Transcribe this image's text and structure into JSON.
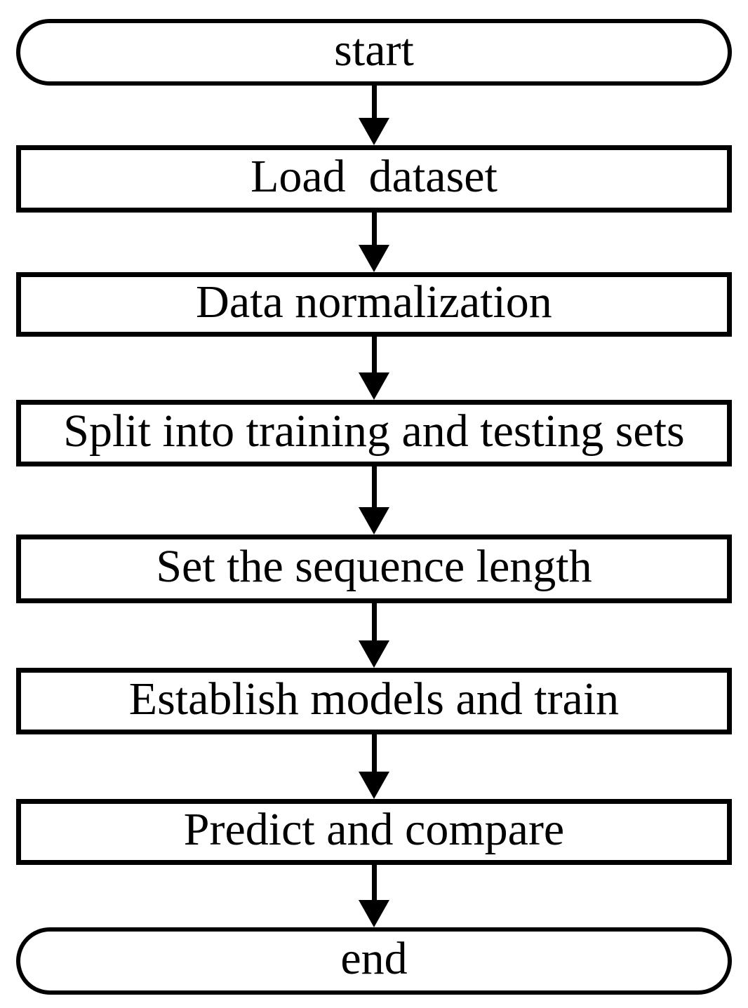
{
  "diagram": {
    "type": "flowchart",
    "direction": "top-down",
    "colors": {
      "stroke": "#000000",
      "fill": "#ffffff",
      "background": "#ffffff"
    },
    "nodes": [
      {
        "id": "start",
        "shape": "stadium",
        "label": "start"
      },
      {
        "id": "load-dataset",
        "shape": "rectangle",
        "label": "Load  dataset"
      },
      {
        "id": "data-normalization",
        "shape": "rectangle",
        "label": "Data normalization"
      },
      {
        "id": "split-sets",
        "shape": "rectangle",
        "label": "Split into training and testing sets"
      },
      {
        "id": "set-sequence-length",
        "shape": "rectangle",
        "label": "Set the sequence length"
      },
      {
        "id": "establish-models",
        "shape": "rectangle",
        "label": "Establish models and train"
      },
      {
        "id": "predict-compare",
        "shape": "rectangle",
        "label": "Predict and compare"
      },
      {
        "id": "end",
        "shape": "stadium",
        "label": "end"
      }
    ],
    "edges": [
      {
        "from": "start",
        "to": "load-dataset"
      },
      {
        "from": "load-dataset",
        "to": "data-normalization"
      },
      {
        "from": "data-normalization",
        "to": "split-sets"
      },
      {
        "from": "split-sets",
        "to": "set-sequence-length"
      },
      {
        "from": "set-sequence-length",
        "to": "establish-models"
      },
      {
        "from": "establish-models",
        "to": "predict-compare"
      },
      {
        "from": "predict-compare",
        "to": "end"
      }
    ]
  }
}
